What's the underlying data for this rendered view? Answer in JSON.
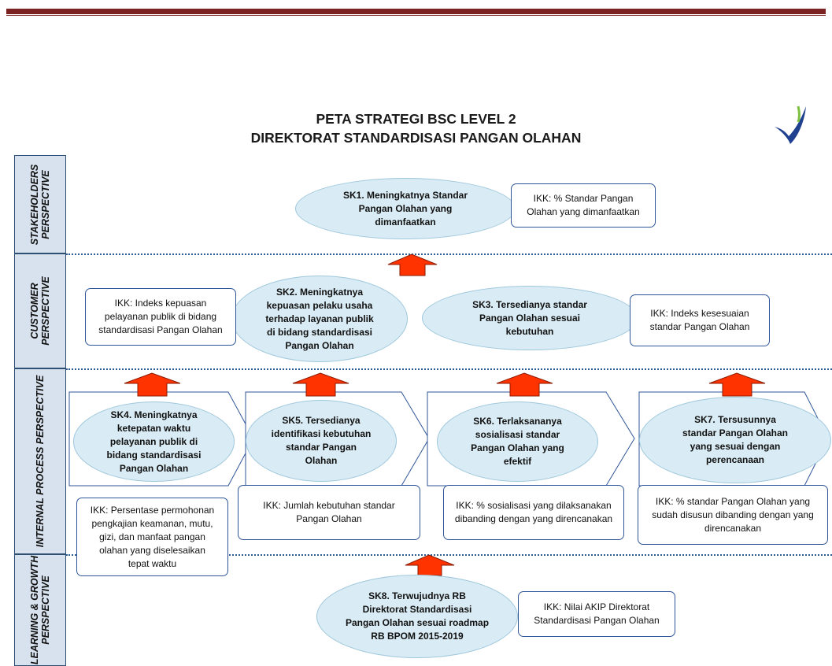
{
  "title": {
    "line1": "PETA STRATEGI BSC LEVEL 2",
    "line2": "DIREKTORAT STANDARDISASI PANGAN OLAHAN"
  },
  "perspectives": {
    "stakeholders": "STAKEHOLDERS\nPERSPECTIVE",
    "customer": "CUSTOMER\nPERSPECTIVE",
    "internal": "INTERNAL PROCESS PERSPECTIVE",
    "learning": "LEARNING & GROWTH\nPERSPECTIVE"
  },
  "objectives": {
    "sk1": "SK1. Meningkatnya Standar\nPangan Olahan yang\ndimanfaatkan",
    "sk2": "SK2. Meningkatnya\nkepuasan pelaku usaha\nterhadap layanan publik\ndi bidang standardisasi\nPangan Olahan",
    "sk3": "SK3. Tersedianya standar\nPangan Olahan sesuai\nkebutuhan",
    "sk4": "SK4. Meningkatnya\nketepatan waktu\npelayanan publik di\nbidang standardisasi\nPangan Olahan",
    "sk5": "SK5. Tersedianya\nidentifikasi kebutuhan\nstandar Pangan\nOlahan",
    "sk6": "SK6. Terlaksananya\nsosialisasi standar\nPangan Olahan yang\nefektif",
    "sk7": "SK7. Tersusunnya\nstandar Pangan Olahan\nyang sesuai dengan\nperencanaan",
    "sk8": "SK8. Terwujudnya RB\nDirektorat Standardisasi\nPangan Olahan sesuai roadmap\nRB BPOM 2015-2019"
  },
  "indicators": {
    "ikk1": "IKK: % Standar Pangan\nOlahan yang dimanfaatkan",
    "ikk2": "IKK: Indeks kepuasan\npelayanan publik di bidang\nstandardisasi Pangan Olahan",
    "ikk3": "IKK: Indeks kesesuaian\nstandar Pangan Olahan",
    "ikk4": "IKK: Persentase permohonan\npengkajian keamanan, mutu,\ngizi, dan manfaat pangan\nolahan yang diselesaikan\ntepat waktu",
    "ikk5": "IKK: Jumlah kebutuhan standar\nPangan Olahan",
    "ikk6": "IKK: % sosialisasi yang dilaksanakan\ndibanding dengan yang direncanakan",
    "ikk7": "IKK: % standar Pangan Olahan yang\nsudah disusun dibanding dengan yang\ndirencanakan",
    "ikk8": "IKK: Nilai AKIP Direktorat\nStandardisasi Pangan Olahan"
  },
  "colors": {
    "header_bar": "#7b2222",
    "ellipse_fill": "#d9ebf4",
    "arrow_fill": "#ff3300",
    "perspective_fill": "#d7e2ee",
    "divider": "#2e5b92"
  }
}
